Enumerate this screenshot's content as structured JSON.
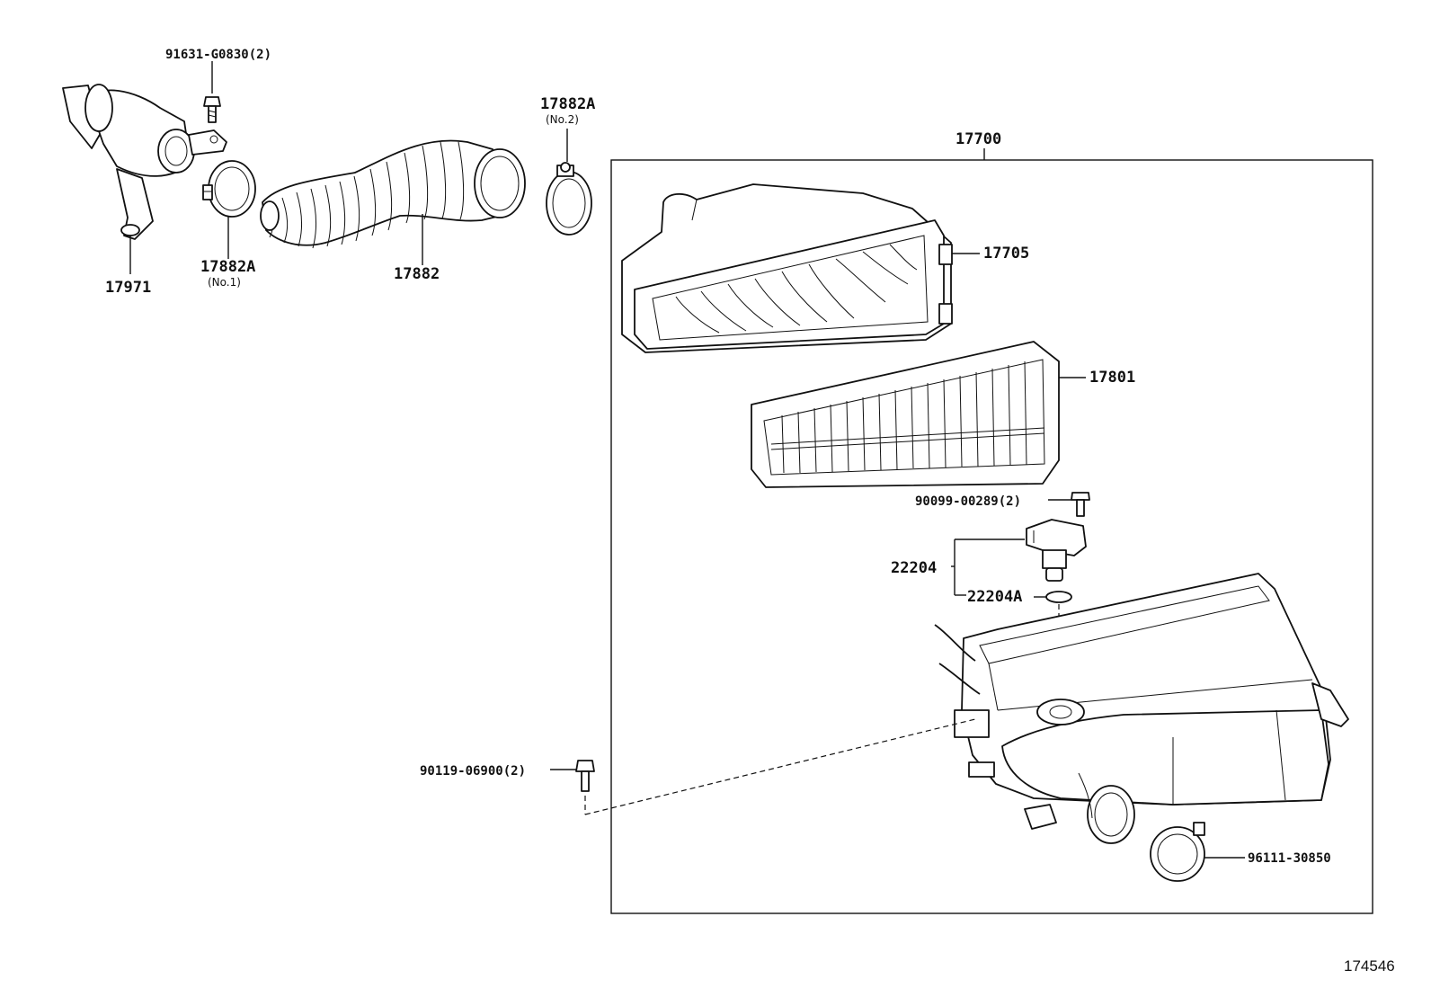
{
  "diagram": {
    "drawing_number": "174546",
    "assembly_label": "17700",
    "parts": [
      {
        "id": "91631-G0830(2)"
      },
      {
        "id": "17882A",
        "sub": "(No.2)"
      },
      {
        "id": "17971"
      },
      {
        "id": "17882A",
        "sub": "(No.1)"
      },
      {
        "id": "17882"
      },
      {
        "id": "17705"
      },
      {
        "id": "17801"
      },
      {
        "id": "90099-00289(2)"
      },
      {
        "id": "22204"
      },
      {
        "id": "22204A"
      },
      {
        "id": "90119-06900(2)"
      },
      {
        "id": "96111-30850"
      }
    ]
  }
}
